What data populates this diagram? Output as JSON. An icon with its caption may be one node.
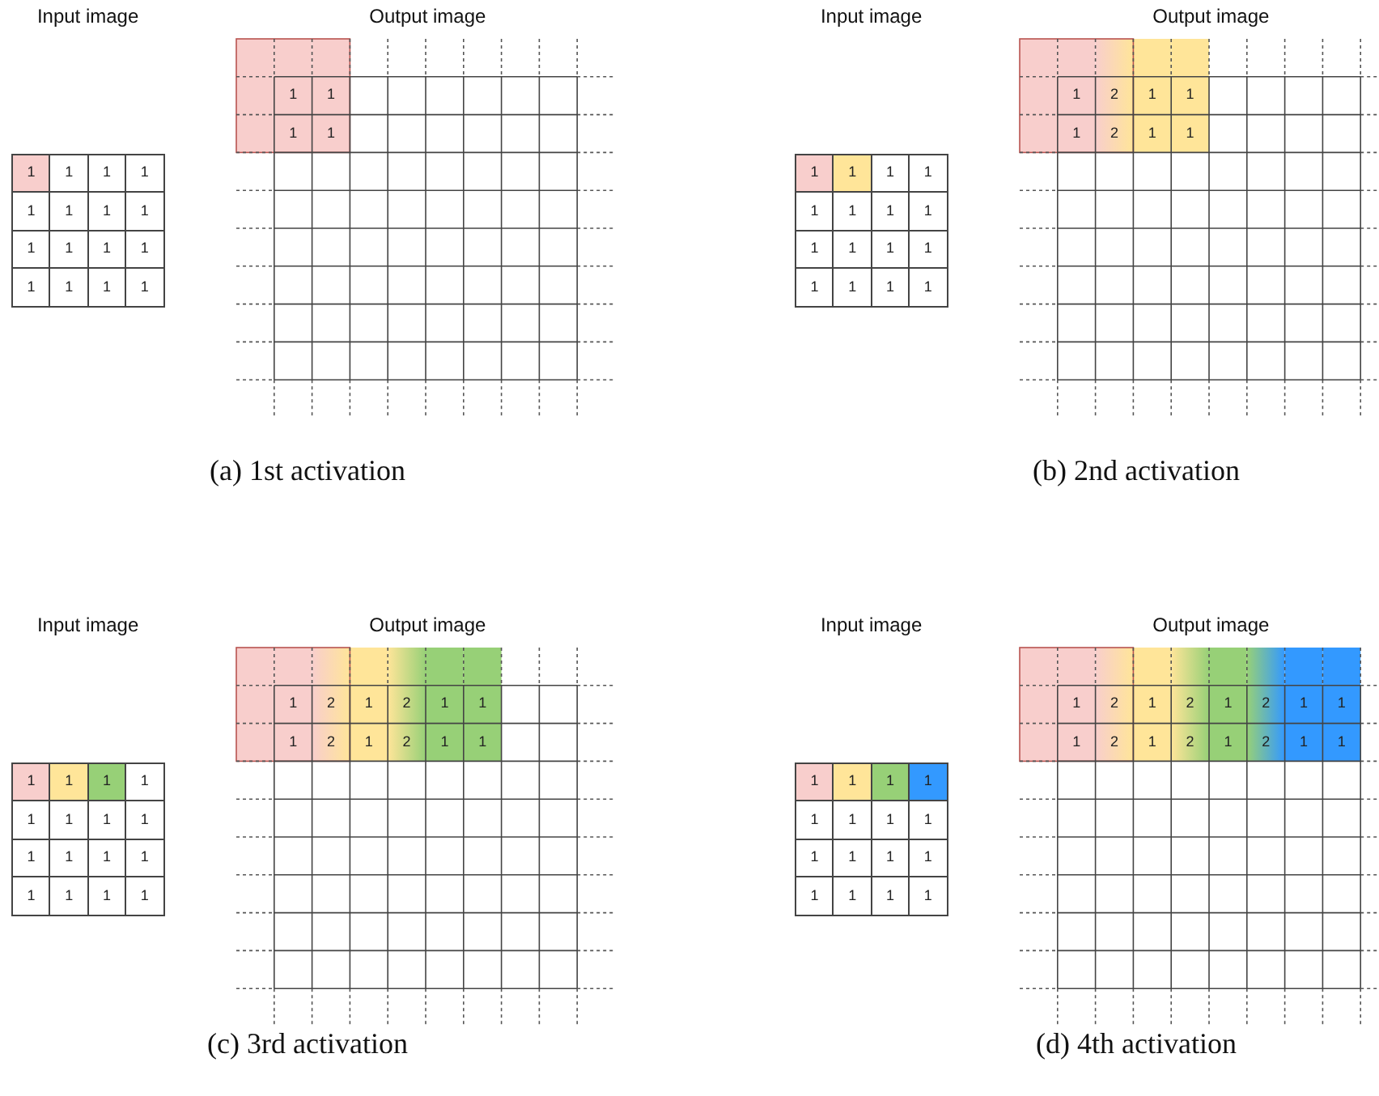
{
  "diagram": {
    "nodes": [
      {
        "text": [
          "Input image",
          "1",
          "1",
          "1",
          "1",
          "1",
          "1",
          "1",
          "1",
          "1",
          "1",
          "1",
          "1",
          "1",
          "1",
          "1",
          "1"
        ]
      },
      {
        "text": [
          "Output image",
          "1",
          "1",
          "1",
          "1"
        ]
      },
      {
        "text": [
          "Input image",
          "1",
          "1",
          "1",
          "1",
          "1",
          "1",
          "1",
          "1",
          "1",
          "1",
          "1",
          "1",
          "1",
          "1",
          "1",
          "1"
        ]
      },
      {
        "text": [
          "Output image",
          "1",
          "2",
          "1",
          "1",
          "1",
          "2",
          "1",
          "1"
        ]
      },
      {
        "text": [
          "Input image",
          "1",
          "1",
          "1",
          "1",
          "1",
          "1",
          "1",
          "1",
          "1",
          "1",
          "1",
          "1",
          "1",
          "1",
          "1",
          "1"
        ]
      },
      {
        "text": [
          "Output image",
          "1",
          "2",
          "1",
          "2",
          "1",
          "1",
          "1",
          "2",
          "1",
          "2",
          "1",
          "1"
        ]
      },
      {
        "text": [
          "Input image",
          "1",
          "1",
          "1",
          "1",
          "1",
          "1",
          "1",
          "1",
          "1",
          "1",
          "1",
          "1",
          "1",
          "1",
          "1",
          "1"
        ]
      },
      {
        "text": [
          "Output image",
          "1",
          "2",
          "1",
          "2",
          "1",
          "2",
          "1",
          "1",
          "1",
          "2",
          "1",
          "2",
          "1",
          "2",
          "1",
          "1"
        ]
      }
    ],
    "labels": [
      "(a) 1st activation",
      "(b) 2nd activation",
      "(c) 3rd activation",
      "(d) 4th activation"
    ]
  }
}
